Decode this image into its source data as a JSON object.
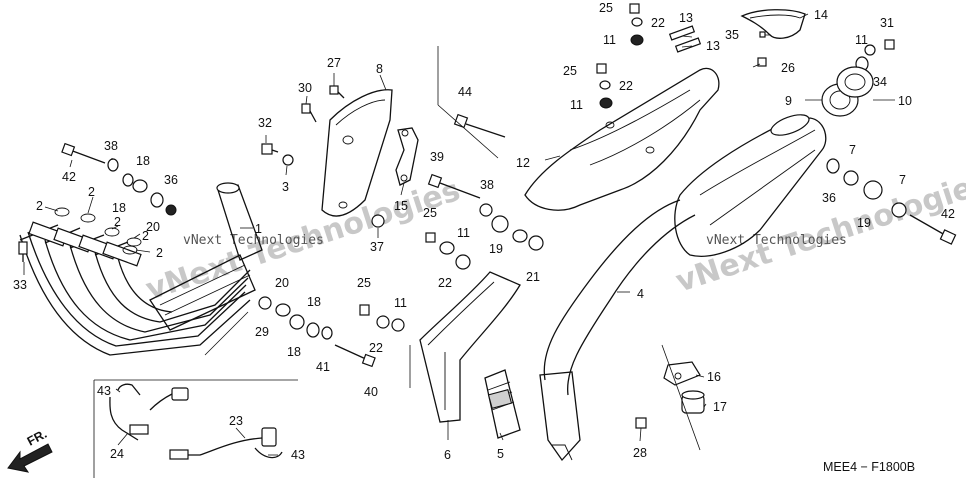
{
  "diagram": {
    "callouts": {
      "c42L": "42",
      "c38L": "38",
      "c18La": "18",
      "c18Lb": "18",
      "c36L": "36",
      "c20L": "20",
      "c2a": "2",
      "c2b": "2",
      "c2c": "2",
      "c2d": "2",
      "c2e": "2",
      "c33": "33",
      "c32": "32",
      "c3": "3",
      "c30": "30",
      "c27": "27",
      "c8": "8",
      "c1": "1",
      "c37": "37",
      "c15": "15",
      "c20M": "20",
      "c29": "29",
      "c18M": "18",
      "c18Mb": "18",
      "c41": "41",
      "c25M": "25",
      "c11M": "11",
      "c22M": "22",
      "c40": "40",
      "c6": "6",
      "c39": "39",
      "c38M": "38",
      "c44": "44",
      "c25Ma": "25",
      "c11Ma": "11",
      "c22Ma": "22",
      "c19M": "19",
      "c21": "21",
      "c25T": "25",
      "c22T": "22",
      "c11T": "11",
      "c13a": "13",
      "c13b": "13",
      "c25T2": "25",
      "c22T2": "22",
      "c11T2": "11",
      "c12": "12",
      "c14": "14",
      "c35": "35",
      "c26": "26",
      "c31": "31",
      "c11R": "11",
      "c34": "34",
      "c9": "9",
      "c10": "10",
      "c7a": "7",
      "c36R": "36",
      "c7b": "7",
      "c19R": "19",
      "c42R": "42",
      "c4": "4",
      "c5": "5",
      "c16": "16",
      "c17": "17",
      "c28": "28",
      "c43a": "43",
      "c24": "24",
      "c23": "23",
      "c43b": "43"
    },
    "watermark_left": "vNext Technologies",
    "watermark_right": "vNext Technologies",
    "diagram_code": "MEE4 − F1800B",
    "direction_label": "FR."
  }
}
